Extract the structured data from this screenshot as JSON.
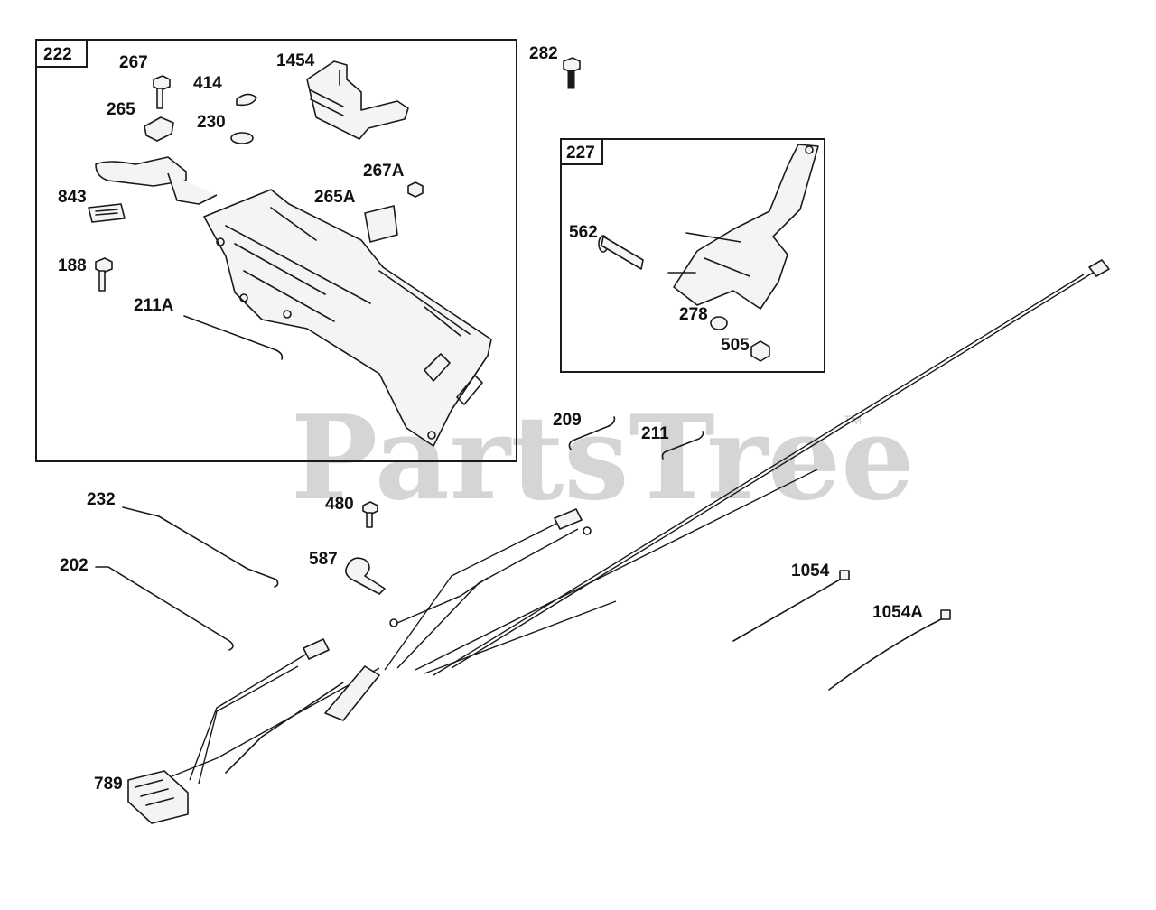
{
  "watermark": {
    "text": "PartsTree",
    "trademark": "TM"
  },
  "groups": [
    {
      "id": "group-222",
      "label": "222"
    },
    {
      "id": "group-227",
      "label": "227"
    }
  ],
  "callouts": [
    {
      "key": "267",
      "label": "267"
    },
    {
      "key": "414",
      "label": "414"
    },
    {
      "key": "1454",
      "label": "1454"
    },
    {
      "key": "265",
      "label": "265"
    },
    {
      "key": "230",
      "label": "230"
    },
    {
      "key": "267A",
      "label": "267A"
    },
    {
      "key": "843",
      "label": "843"
    },
    {
      "key": "265A",
      "label": "265A"
    },
    {
      "key": "188",
      "label": "188"
    },
    {
      "key": "211A",
      "label": "211A"
    },
    {
      "key": "282",
      "label": "282"
    },
    {
      "key": "562",
      "label": "562"
    },
    {
      "key": "278",
      "label": "278"
    },
    {
      "key": "505",
      "label": "505"
    },
    {
      "key": "209",
      "label": "209"
    },
    {
      "key": "211",
      "label": "211"
    },
    {
      "key": "232",
      "label": "232"
    },
    {
      "key": "480",
      "label": "480"
    },
    {
      "key": "202",
      "label": "202"
    },
    {
      "key": "587",
      "label": "587"
    },
    {
      "key": "1054",
      "label": "1054"
    },
    {
      "key": "1054A",
      "label": "1054A"
    },
    {
      "key": "789",
      "label": "789"
    }
  ]
}
